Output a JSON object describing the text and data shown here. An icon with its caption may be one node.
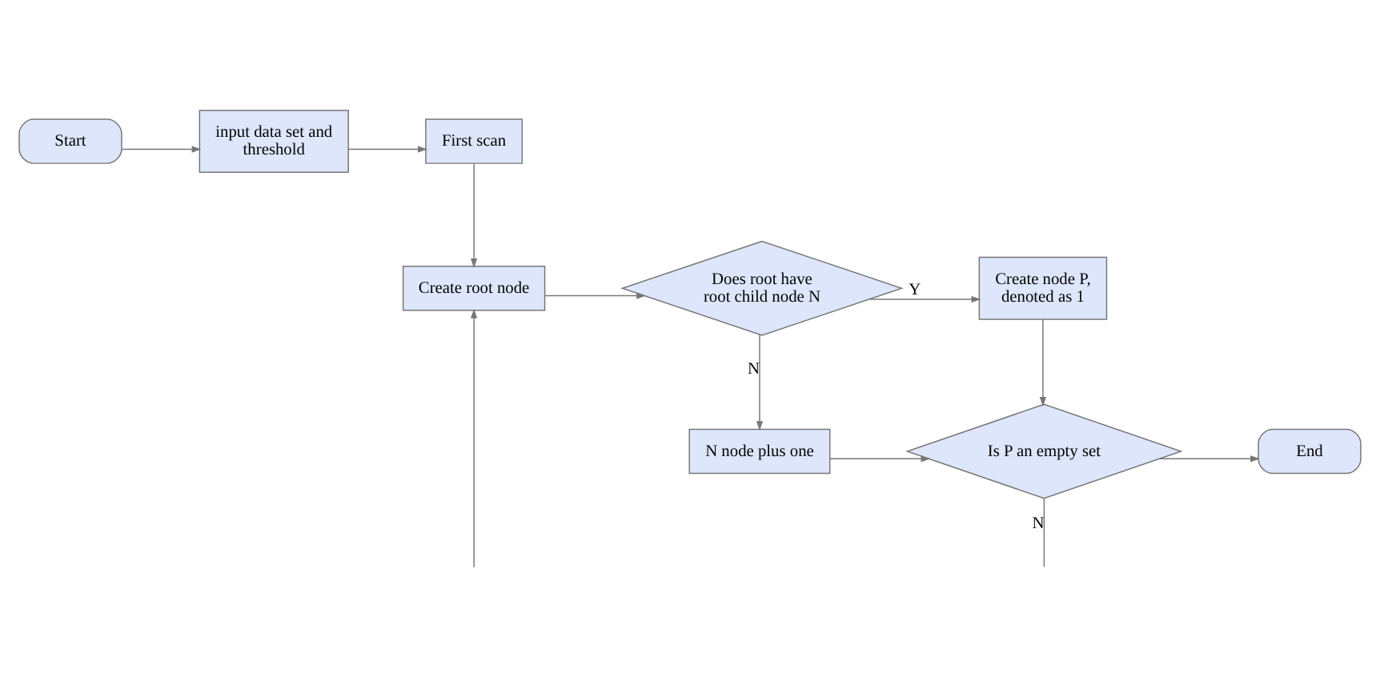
{
  "diagram": {
    "nodes": [
      {
        "text": [
          "Start"
        ]
      },
      {
        "text": [
          "input data set and threshold"
        ]
      },
      {
        "text": [
          "First scan"
        ]
      },
      {
        "text": [
          "Create node P, denoted as 1"
        ]
      },
      {
        "text": [
          "Does root have root child node N"
        ]
      },
      {
        "text": [
          "Create root node"
        ]
      },
      {
        "text": [
          "End"
        ]
      },
      {
        "text": [
          "Is P an empty set"
        ]
      },
      {
        "text": [
          "N node plus one"
        ]
      }
    ],
    "edges": [
      {
        "from": 0,
        "to": 1,
        "arrow": "to"
      },
      {
        "from": 1,
        "to": 2,
        "arrow": "to"
      },
      {
        "from": 2,
        "to": 5,
        "arrow": "to"
      },
      {
        "from": 5,
        "to": 4,
        "arrow": "to"
      },
      {
        "from": 4,
        "to": 3,
        "arrow": "to",
        "label": "Y"
      },
      {
        "from": 4,
        "to": 8,
        "arrow": "to",
        "label": "N"
      },
      {
        "from": 3,
        "to": 7,
        "arrow": "to"
      },
      {
        "from": 8,
        "to": 7,
        "arrow": "to"
      },
      {
        "from": 7,
        "to": 6,
        "arrow": "to"
      },
      {
        "from": 7,
        "to": null,
        "arrow": "none",
        "label": "N"
      },
      {
        "from": null,
        "to": 5,
        "arrow": "to"
      }
    ]
  }
}
